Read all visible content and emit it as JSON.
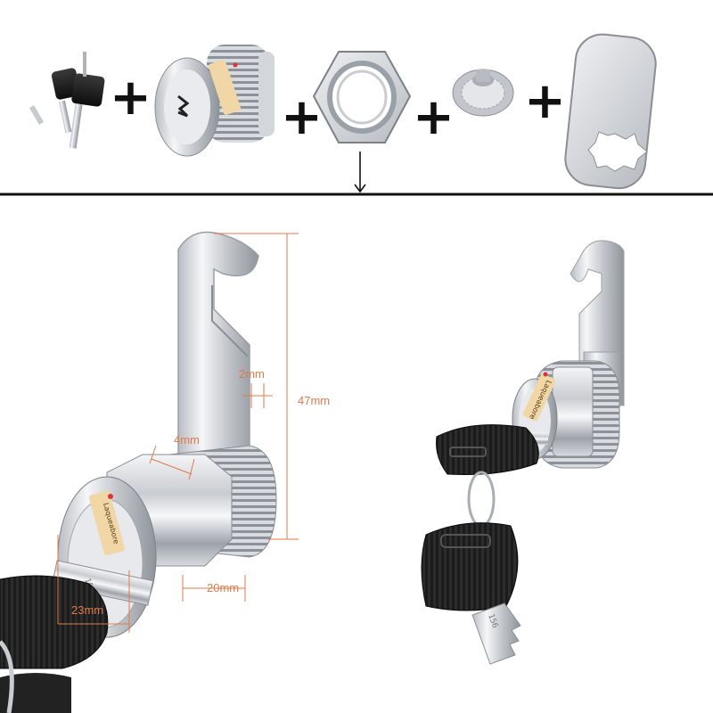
{
  "parts_row": {
    "plus_symbol": "+",
    "items": [
      "keys",
      "lock-cylinder",
      "hex-nut",
      "star-washer",
      "cam-plate"
    ]
  },
  "brand_tag": "Laqueabore",
  "key_code": "156",
  "dimensions": {
    "cam_thickness": "2mm",
    "cam_length": "47mm",
    "shoulder": "4mm",
    "face_diameter": "23mm",
    "body_length": "20mm"
  },
  "colors": {
    "dimension_line": "#e07a4a",
    "divider": "#111111",
    "tag": "#f1d7a6"
  }
}
